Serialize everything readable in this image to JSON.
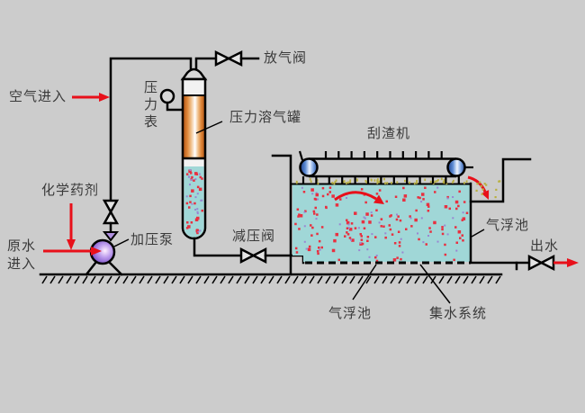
{
  "diagram": {
    "labels": {
      "air_inlet": "空气进入",
      "chemical": "化学药剂",
      "raw_water_inlet": "原水进入",
      "pump": "加压泵",
      "pressure_gauge": "压力表",
      "vent_valve": "放气阀",
      "pressure_tank": "压力溶气罐",
      "reducing_valve": "减压阀",
      "scraper": "刮渣机",
      "flotation_tank_side": "气浮池",
      "outlet": "出水",
      "flotation_tank_bottom": "气浮池",
      "collection_system": "集水系统"
    }
  },
  "colors": {
    "background": "#cccccc",
    "text": "#3a3a3a",
    "arrow": "#e8101a",
    "water": "#a0d7d7",
    "bubble": "#e83040",
    "bubble_alt": "#9a86d2",
    "scum": "#b8b040",
    "pump": "#9a70dc",
    "roller": "#3a64b4",
    "tank_orange": "#d8762c"
  }
}
